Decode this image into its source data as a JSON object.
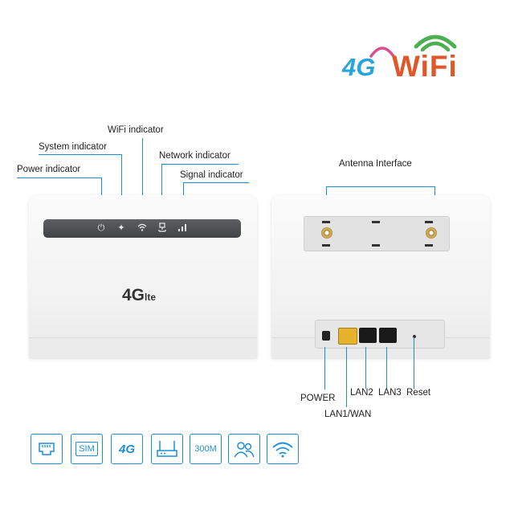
{
  "logo": {
    "network_text": "4G",
    "brand_text": "WiFi",
    "network_color": "#27a5dc",
    "brand_color": "#e0582a",
    "arc_color": "#4caf50"
  },
  "front": {
    "model_text": "4G",
    "model_suffix": "lte",
    "indicators": [
      {
        "label": "Power indicator",
        "icon": "power-icon"
      },
      {
        "label": "System indicator",
        "icon": "system-icon"
      },
      {
        "label": "WiFi indicator",
        "icon": "wifi-icon"
      },
      {
        "label": "Network indicator",
        "icon": "network-icon"
      },
      {
        "label": "Signal indicator",
        "icon": "signal-icon"
      }
    ]
  },
  "back": {
    "antenna_label": "Antenna Interface",
    "ports": {
      "power": "POWER",
      "lan1": "LAN1/WAN",
      "lan2": "LAN2",
      "lan3": "LAN3",
      "reset": "Reset"
    }
  },
  "features": [
    {
      "icon": "ethernet-port-icon",
      "text": ""
    },
    {
      "icon": "sim-card-icon",
      "text": "SIM"
    },
    {
      "icon": "4g-icon",
      "text": "4G"
    },
    {
      "icon": "router-icon",
      "text": ""
    },
    {
      "icon": "speed-icon",
      "text": "300M"
    },
    {
      "icon": "users-icon",
      "text": ""
    },
    {
      "icon": "wifi-icon",
      "text": ""
    }
  ],
  "accent_color": "#1c8fd8"
}
